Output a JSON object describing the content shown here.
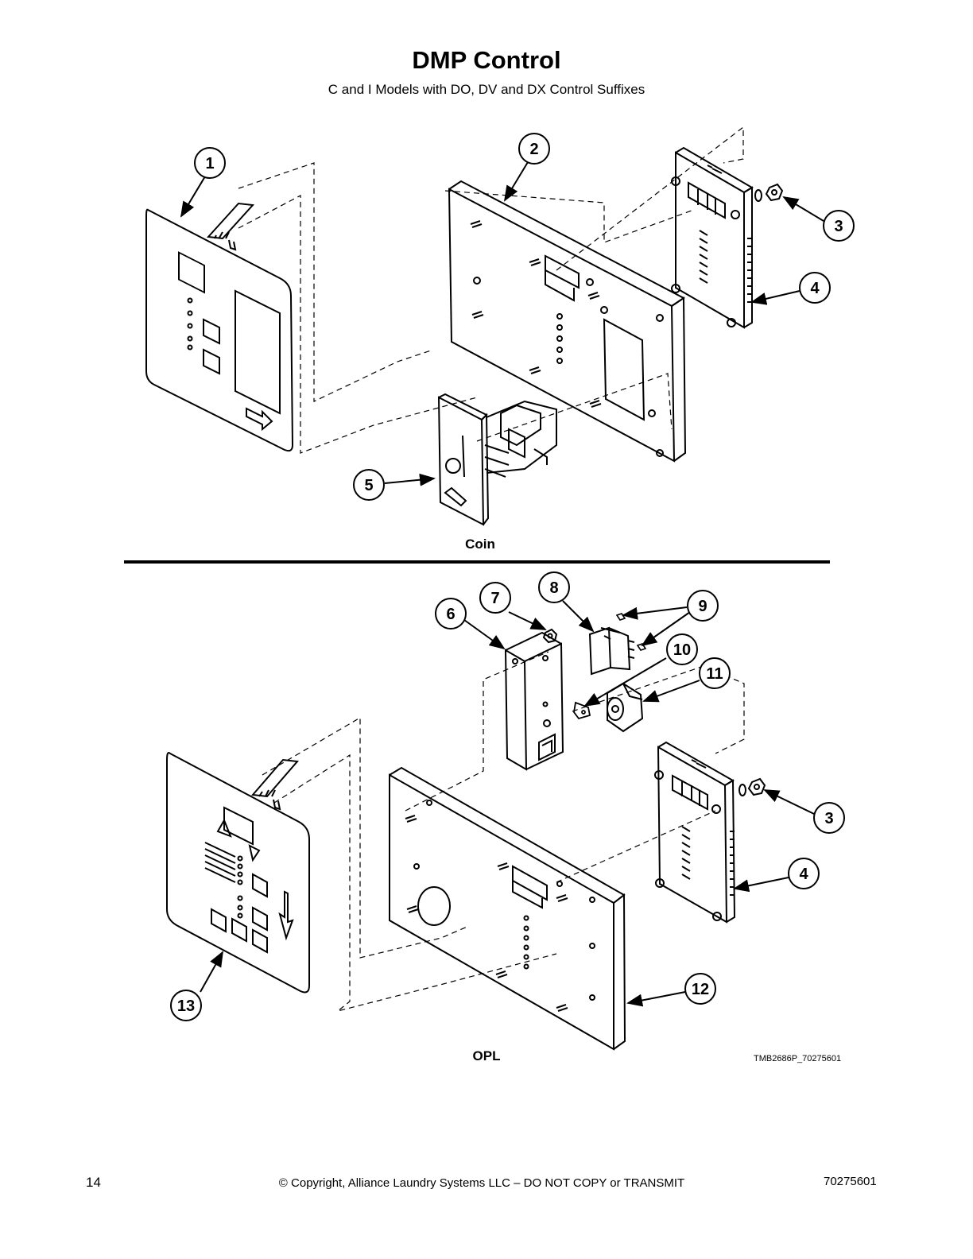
{
  "header": {
    "title": "DMP Control",
    "subtitle": "C and I Models with DO, DV and DX Control Suffixes"
  },
  "sections": {
    "coin_caption": "Coin",
    "opl_caption": "OPL"
  },
  "callouts": {
    "c1": "1",
    "c2": "2",
    "c3a": "3",
    "c4a": "4",
    "c5": "5",
    "c6": "6",
    "c7": "7",
    "c8": "8",
    "c9": "9",
    "c10": "10",
    "c11": "11",
    "c12": "12",
    "c3b": "3",
    "c4b": "4",
    "c13": "13"
  },
  "drawing_ref": "TMB2686P_70275601",
  "footer": {
    "page_number": "14",
    "copyright": "© Copyright, Alliance Laundry Systems LLC – DO NOT COPY or TRANSMIT",
    "doc_number": "70275601"
  }
}
